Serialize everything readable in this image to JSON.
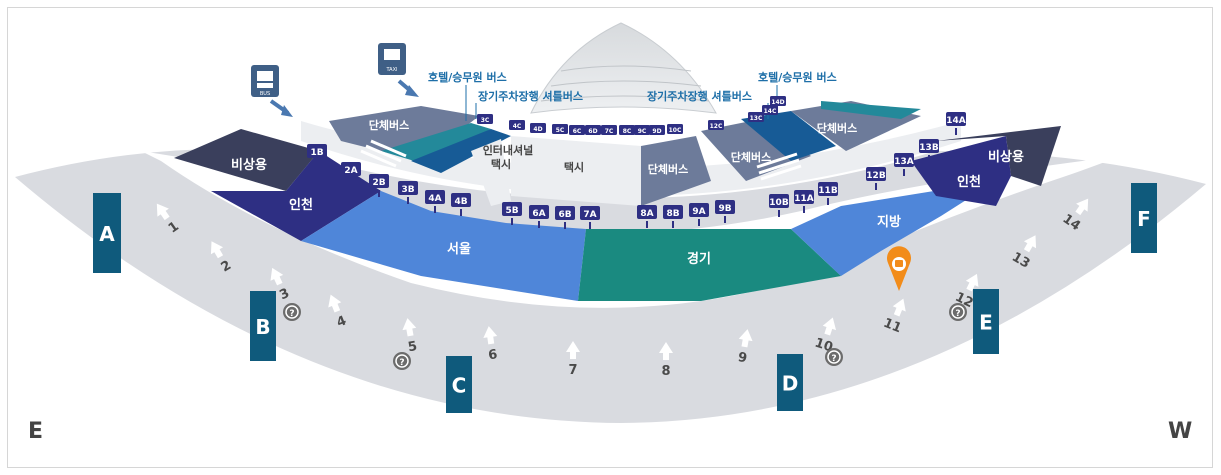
{
  "compass": {
    "east": "E",
    "west": "W"
  },
  "icons": {
    "bus": {
      "name": "bus-icon",
      "label": "BUS"
    },
    "taxi": {
      "name": "taxi-icon",
      "label": "TAXI"
    },
    "location": {
      "name": "bus-location-pin-icon"
    },
    "info": {
      "name": "info-icon"
    }
  },
  "colors": {
    "road": "#d9dbe0",
    "seoul": "#4f86d9",
    "gyeonggi": "#1a8a80",
    "jibang": "#4f86d9",
    "incheon": "#2e2f83",
    "emergency": "#3a3f5c",
    "group_bus": "#6d7b9a",
    "teal_strip": "#23899a",
    "blue_strip": "#175b96",
    "door": "#0f5a7c",
    "stop": "#2e2f83",
    "label_blue": "#1e6fa8",
    "pin": "#f28c1a"
  },
  "outer_labels": {
    "hotel_bus_left": "호텔/승무원 버스",
    "longterm_left": "장기주차장행 셔틀버스",
    "longterm_right": "장기주차장행 셔틀버스",
    "hotel_bus_right": "호텔/승무원 버스"
  },
  "zones": {
    "emergency_left": "비상용",
    "incheon_left": "인천",
    "seoul": "서울",
    "gyeonggi": "경기",
    "jibang": "지방",
    "incheon_right": "인천",
    "emergency_right": "비상용",
    "group_bus_1": "단체버스",
    "intl_taxi": "인터내셔널\n택시",
    "intl_taxi_line1": "인터내셔널",
    "intl_taxi_line2": "택시",
    "taxi": "택시",
    "group_bus_2": "단체버스",
    "group_bus_3": "단체버스",
    "group_bus_4": "단체버스"
  },
  "stops": [
    "1B",
    "2A",
    "2B",
    "3B",
    "4A",
    "4B",
    "5B",
    "6A",
    "6B",
    "7A",
    "8A",
    "8B",
    "9A",
    "9B",
    "10B",
    "11A",
    "11B",
    "12B",
    "13A",
    "13B",
    "14A"
  ],
  "taxi_stops": [
    "3C",
    "4C",
    "4D",
    "5C",
    "6C",
    "6D",
    "7C",
    "8C",
    "9C",
    "9D",
    "10C",
    "12C",
    "13C",
    "14C",
    "14D"
  ],
  "gates": [
    "1",
    "2",
    "3",
    "4",
    "5",
    "6",
    "7",
    "8",
    "9",
    "10",
    "11",
    "12",
    "13",
    "14"
  ],
  "doors": [
    "A",
    "B",
    "C",
    "D",
    "E",
    "F"
  ]
}
